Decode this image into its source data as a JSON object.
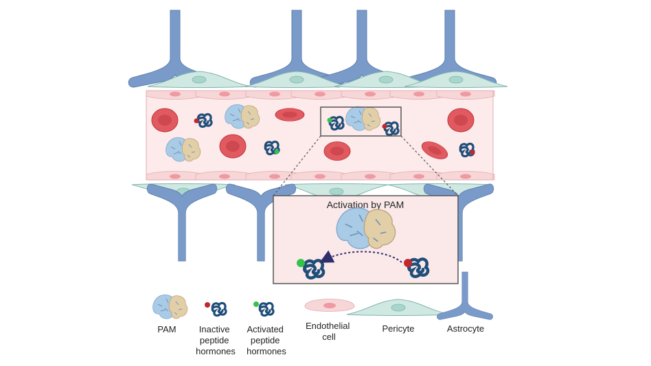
{
  "colors": {
    "astrocyte": "#7a9bc9",
    "astrocyte_stroke": "#5d7fae",
    "pericyte": "#cfe8e2",
    "pericyte_stroke": "#7fb5ab",
    "endothelial": "#f7d6d8",
    "endothelial_stroke": "#e3aab0",
    "lumen": "#fdeaea",
    "rbc": "#e15a60",
    "rbc_dark": "#b9343b",
    "peptide": "#1f4e79",
    "inactive_dot": "#c0282e",
    "active_dot": "#35c24a",
    "pam_blue": "#a9cbe6",
    "pam_tan": "#e2cfa8",
    "inset_bg": "#fbe9ea",
    "inset_border": "#555555",
    "arrow": "#2e2f6b"
  },
  "inset": {
    "title": "Activation by PAM"
  },
  "legend": {
    "pam": [
      "PAM"
    ],
    "inactive": [
      "Inactive",
      "peptide",
      "hormones"
    ],
    "activated": [
      "Activated",
      "peptide",
      "hormones"
    ],
    "endothelial": [
      "Endothelial",
      "cell"
    ],
    "pericyte": [
      "Pericyte"
    ],
    "astrocyte": [
      "Astrocyte"
    ]
  },
  "icons": [
    "astrocyte-icon",
    "pericyte-icon",
    "endothelial-cell-icon",
    "red-blood-cell-icon",
    "pam-icon",
    "inactive-peptide-icon",
    "activated-peptide-icon",
    "activation-arrow-icon"
  ]
}
